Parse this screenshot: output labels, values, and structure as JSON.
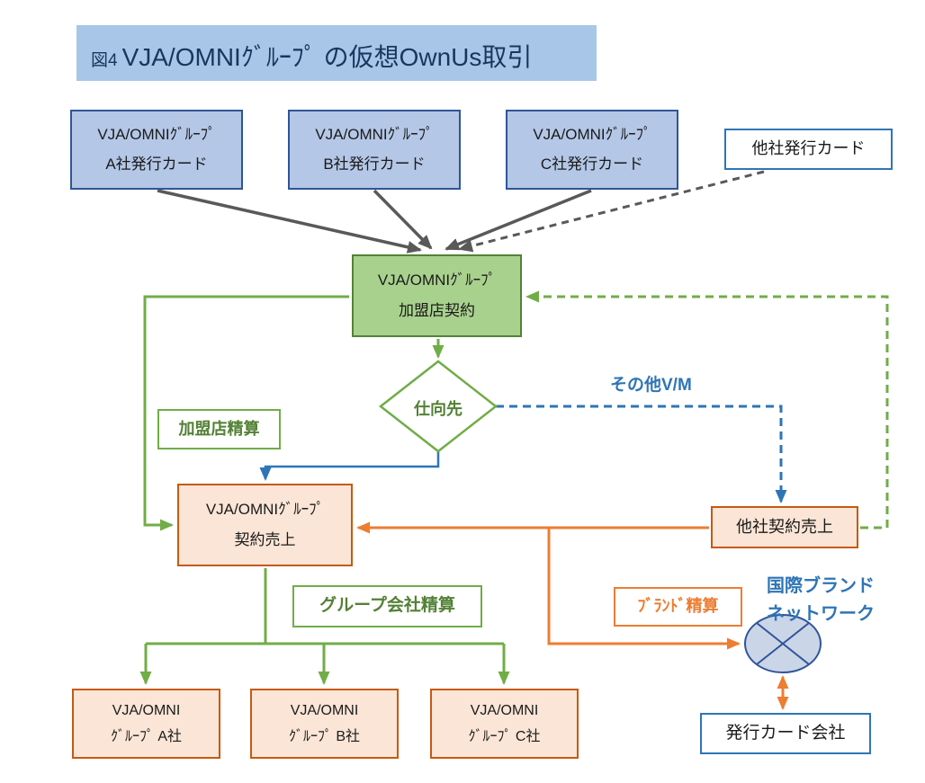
{
  "title": {
    "prefix": "図4",
    "main": "VJA/OMNIｸﾞﾙｰﾌﾟ の仮想OwnUs取引"
  },
  "nodes": {
    "card_a": {
      "line1": "VJA/OMNIｸﾞﾙｰﾌﾟ",
      "line2": "A社発行カード"
    },
    "card_b": {
      "line1": "VJA/OMNIｸﾞﾙｰﾌﾟ",
      "line2": "B社発行カード"
    },
    "card_c": {
      "line1": "VJA/OMNIｸﾞﾙｰﾌﾟ",
      "line2": "C社発行カード"
    },
    "other_card": {
      "label": "他社発行カード"
    },
    "merchant_contract": {
      "line1": "VJA/OMNIｸﾞﾙｰﾌﾟ",
      "line2": "加盟店契約"
    },
    "destination": {
      "label": "仕向先"
    },
    "contract_sales": {
      "line1": "VJA/OMNIｸﾞﾙｰﾌﾟ",
      "line2": "契約売上"
    },
    "other_contract_sales": {
      "label": "他社契約売上"
    },
    "group_a": {
      "line1": "VJA/OMNI",
      "line2": "ｸﾞﾙｰﾌﾟ A社"
    },
    "group_b": {
      "line1": "VJA/OMNI",
      "line2": "ｸﾞﾙｰﾌﾟ B社"
    },
    "group_c": {
      "line1": "VJA/OMNI",
      "line2": "ｸﾞﾙｰﾌﾟ C社"
    },
    "issuer": {
      "label": "発行カード会社"
    }
  },
  "labels": {
    "merchant_settlement": "加盟店精算",
    "group_settlement": "グループ会社精算",
    "brand_settlement": "ﾌﾞﾗﾝﾄﾞ精算",
    "other_vm": "その他V/M",
    "intl_brand_1": "国際ブランド",
    "intl_brand_2": "ネットワーク"
  },
  "colors": {
    "title_fill": "#A8C6E8",
    "blue_fill": "#B4C7E7",
    "blue_border": "#2F5597",
    "blue_line": "#2E75B6",
    "green_fill": "#A9D18E",
    "green_border": "#538135",
    "green_line": "#70AD47",
    "orange_fill": "#FBE5D6",
    "orange_border": "#C55A11",
    "orange_line": "#ED7D31",
    "gray_line": "#595959",
    "network_fill": "#CBD5E8"
  }
}
